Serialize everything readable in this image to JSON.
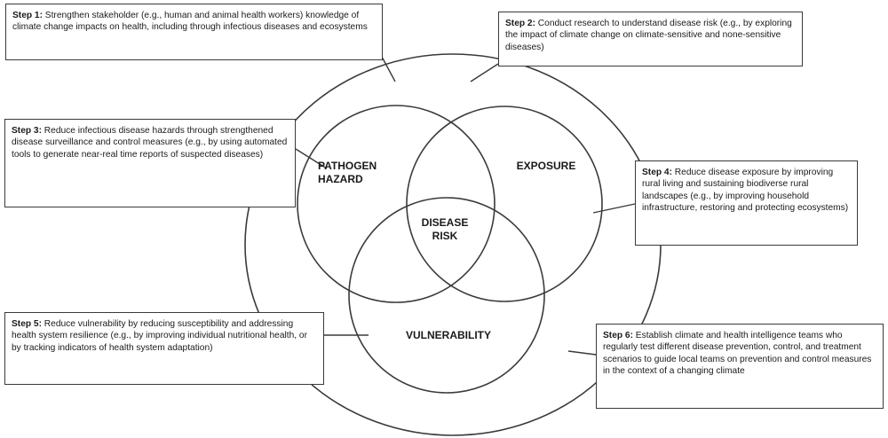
{
  "steps": [
    {
      "num": "Step 1:",
      "text": " Strengthen stakeholder (e.g., human and animal health workers) knowledge of climate change impacts on health, including through infectious diseases and ecosystems"
    },
    {
      "num": "Step 2:",
      "text": " Conduct research to understand disease risk (e.g., by exploring the impact of climate change on climate-sensitive and none-sensitive diseases)"
    },
    {
      "num": "Step 3:",
      "text": " Reduce infectious disease hazards through strengthened disease surveillance and control measures (e.g., by using automated tools to generate near-real time reports of suspected diseases)"
    },
    {
      "num": "Step 4:",
      "text": " Reduce disease exposure by improving rural living and sustaining biodiverse rural landscapes (e.g., by improving household infrastructure, restoring and protecting ecosystems)"
    },
    {
      "num": "Step 5:",
      "text": " Reduce vulnerability by reducing susceptibility and addressing health system resilience (e.g., by improving individual nutritional health, or by tracking indicators of health system adaptation)"
    },
    {
      "num": "Step 6:",
      "text": " Establish climate and health intelligence teams who regularly test different disease prevention, control, and treatment scenarios to guide local teams on prevention and control measures in the context of a changing climate"
    }
  ],
  "venn": {
    "pathogen_hazard": "PATHOGEN\nHAZARD",
    "exposure": "EXPOSURE",
    "disease_risk": "DISEASE\nRISK",
    "vulnerability": "VULNERABILITY"
  }
}
